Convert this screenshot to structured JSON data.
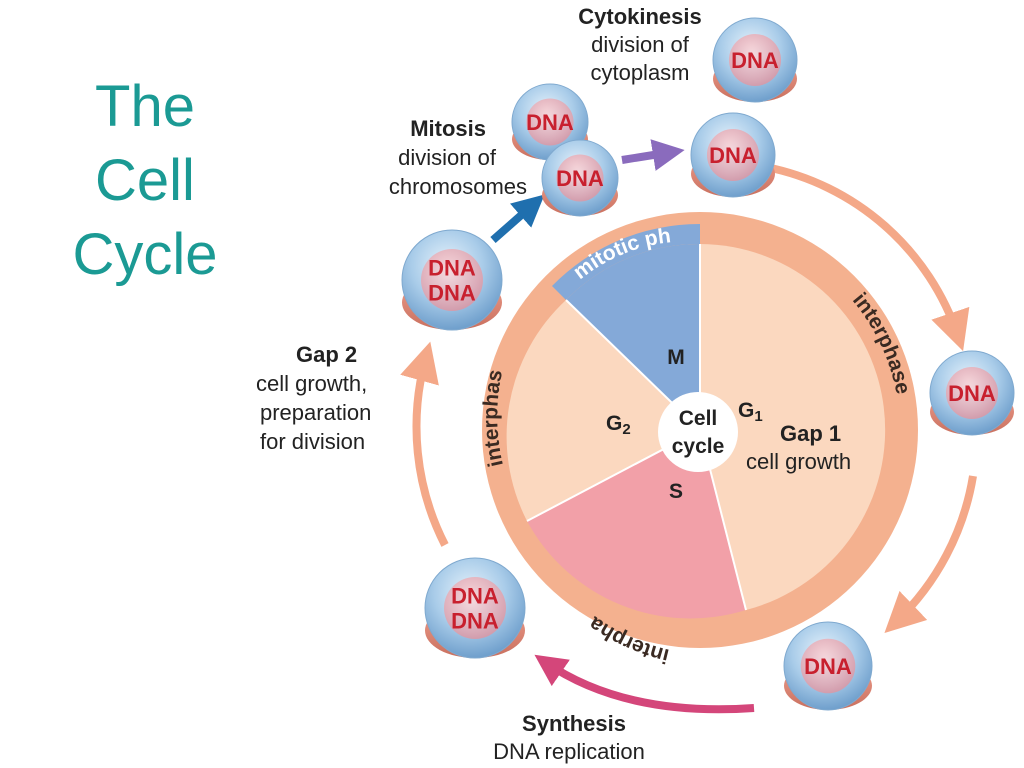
{
  "title_lines": [
    "The",
    "Cell",
    "Cycle"
  ],
  "center": {
    "line1": "Cell",
    "line2": "cycle"
  },
  "sectors": {
    "m": {
      "label": "M"
    },
    "g2": {
      "label": "G",
      "sub": "2"
    },
    "g1": {
      "label": "G",
      "sub": "1"
    },
    "s": {
      "label": "S"
    }
  },
  "ring_labels": {
    "mitotic": "mitotic ph",
    "interphase_right": "interphase",
    "interphase_left": "interphas",
    "interphase_bottom": "interpha"
  },
  "annotations": {
    "cytokinesis": {
      "title": "Cytokinesis",
      "line1": "division of",
      "line2": "cytoplasm"
    },
    "mitosis": {
      "title": "Mitosis",
      "line1": "division of",
      "line2": "chromosomes"
    },
    "gap2": {
      "title": "Gap 2",
      "line1": "cell growth,",
      "line2": "preparation",
      "line3": "for division"
    },
    "gap1": {
      "title": "Gap 1",
      "line1": "cell growth"
    },
    "synthesis": {
      "title": "Synthesis",
      "line1": "DNA replication"
    }
  },
  "cells": {
    "dna_label": "DNA",
    "top_right": [
      "DNA"
    ],
    "mitosis_upper": [
      "DNA"
    ],
    "mitosis_lower": [
      "DNA"
    ],
    "after_mitosis": [
      "DNA"
    ],
    "right": [
      "DNA"
    ],
    "bottom_right": [
      "DNA"
    ],
    "bottom_left": [
      "DNA",
      "DNA"
    ],
    "gap2": [
      "DNA",
      "DNA"
    ]
  },
  "colors": {
    "title": "#1b9a94",
    "ring": "#f4b18f",
    "m_sector": "#84a9d8",
    "g1_sector": "#fbd8bf",
    "g2_sector": "#fbd8bf",
    "s_sector": "#f2a0a8",
    "arrow_interphase": "#f4a888",
    "arrow_synthesis": "#d4467a",
    "arrow_mitosis": "#1f6fae",
    "arrow_cytokinesis": "#8a6bbd",
    "dna_text": "#c8202e"
  },
  "icons": [
    "cell-icon",
    "arrow-icon"
  ]
}
